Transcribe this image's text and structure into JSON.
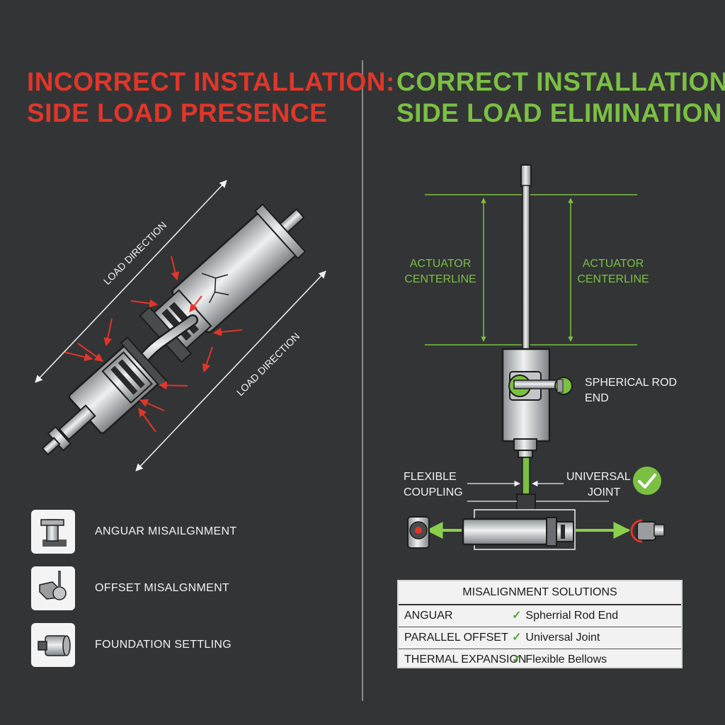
{
  "left_title": {
    "line1": "INCORRECT INSTALLATION:",
    "line2": "SIDE LOAD PRESENCE"
  },
  "right_title": {
    "line1": "CORRECT INSTALLATION:",
    "line2": "SIDE LOAD ELIMINATION"
  },
  "labels": {
    "load_direction": "LOAD DIRECTION",
    "actuator_centerline_1": "ACTUATOR",
    "actuator_centerline_2": "CENTERLINE",
    "spherical_rod_end_1": "SPHERICAL ROD",
    "spherical_rod_end_2": "END",
    "flexible_coupling_1": "FLEXIBLE",
    "flexible_coupling_2": "COUPLING",
    "universal_joint_1": "UNIVERSAL",
    "universal_joint_2": "JOINT"
  },
  "legend": [
    {
      "label": "ANGUAR MISAILGNMENT",
      "icon": "angular-bracket-icon"
    },
    {
      "label": "OFFSET MISALGNMENT",
      "icon": "offset-clamp-icon"
    },
    {
      "label": "FOUNDATION SETTLING",
      "icon": "cylinder-settle-icon"
    }
  ],
  "table": {
    "header": "MISALIGNMENT SOLUTIONS",
    "rows": [
      {
        "problem": "ANGUAR",
        "solution": "Spherrial Rod End"
      },
      {
        "problem": "PARALLEL OFFSET",
        "solution": "Universal Joint"
      },
      {
        "problem": "THERMAL EXPANSION",
        "solution": "Flexible Bellows"
      }
    ]
  },
  "colors": {
    "background": "#333435",
    "incorrect_red": "#e0362a",
    "correct_green": "#7bc043",
    "metal": "#c9cbcd"
  }
}
